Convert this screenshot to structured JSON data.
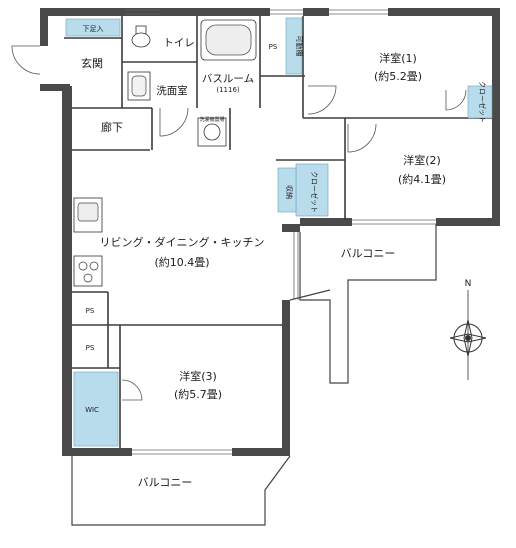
{
  "rooms": {
    "genkan": "玄関",
    "getabako": "下足入",
    "toilet": "トイレ",
    "bath": "バスルーム",
    "bath_size": "(1116)",
    "senmen": "洗面室",
    "rouka": "廊下",
    "western1": "洋室(1)",
    "western1_size": "(約5.2畳)",
    "western2": "洋室(2)",
    "western2_size": "(約4.1畳)",
    "ldk": "リビング・ダイニング・キッチン",
    "ldk_size": "(約10.4畳)",
    "western3": "洋室(3)",
    "western3_size": "(約5.7畳)"
  },
  "storage": {
    "ps": "PS",
    "kadoutana": "可動棚",
    "closet": "クローゼット",
    "nyu": "収納",
    "wic": "WIC",
    "washer": "洗濯機置場"
  },
  "outdoor": {
    "balcony_east": "バルコニー",
    "balcony_south": "バルコニー"
  },
  "compass": {
    "north": "N"
  },
  "colors": {
    "storage_fill": "#b9dcec",
    "wall": "#4a4a4a"
  }
}
